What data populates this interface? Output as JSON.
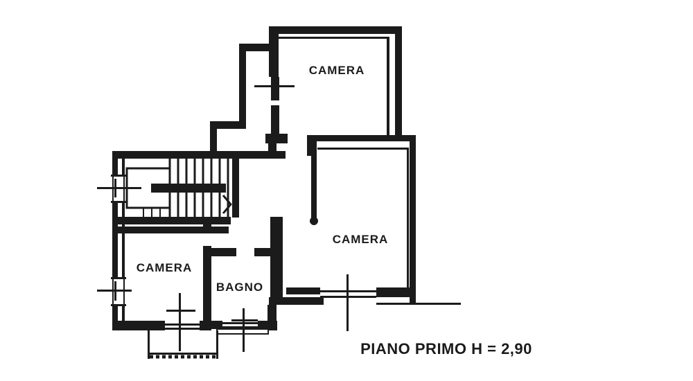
{
  "page": {
    "background": "#ffffff",
    "ink": "#1b1b1b",
    "type_note": "scanned black-and-white architectural floor plan"
  },
  "plan": {
    "rooms": [
      {
        "id": "camera-top",
        "label": "CAMERA"
      },
      {
        "id": "camera-right",
        "label": "CAMERA"
      },
      {
        "id": "camera-left",
        "label": "CAMERA"
      },
      {
        "id": "bagno",
        "label": "BAGNO"
      }
    ],
    "features": [
      {
        "id": "staircase",
        "description": "U-shaped stair with treads, central rail band, landing and direction arrow"
      },
      {
        "id": "balcony",
        "description": "hatched balcony below left bedroom window"
      },
      {
        "id": "windows",
        "count": 5
      },
      {
        "id": "survey-markers",
        "description": "cross tick marks through window openings"
      }
    ],
    "caption": "PIANO PRIMO H = 2,90"
  }
}
